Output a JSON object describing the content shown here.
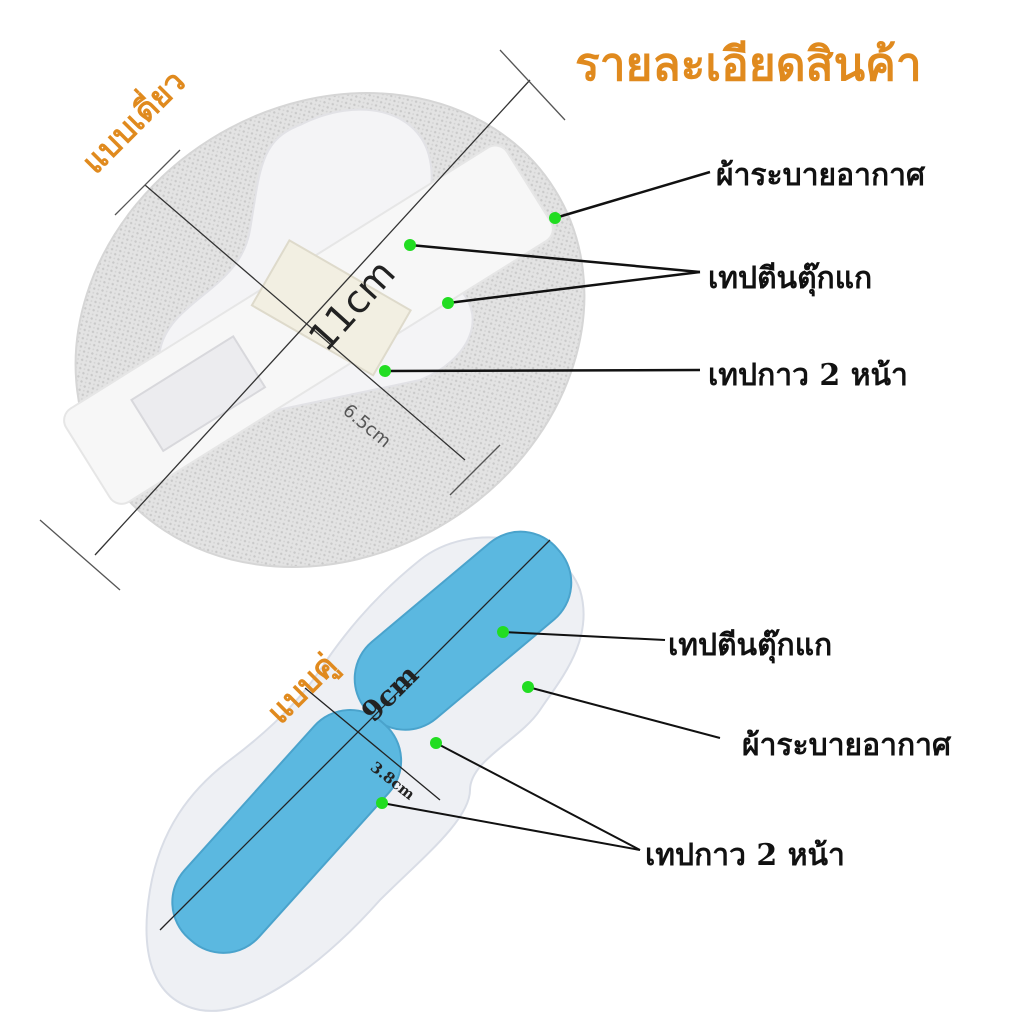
{
  "title": "รายละเอียดสินค้า",
  "single": {
    "variant_label": "แบบเดี่ยว",
    "length_label": "11cm",
    "width_label": "6.5cm",
    "callouts": {
      "fabric": "ผ้าระบายอากาศ",
      "velcro": "เทปตีนตุ๊กแก",
      "adhesive": "เทปกาว 2 หน้า"
    }
  },
  "double": {
    "variant_label": "แบบคู่",
    "length_label": "9cm",
    "width_label": "3.8cm",
    "callouts": {
      "velcro": "เทปตีนตุ๊กแก",
      "fabric": "ผ้าระบายอากาศ",
      "adhesive": "เทปกาว 2 หน้า"
    }
  },
  "colors": {
    "title": "#e08a1e",
    "marker": "#22dd22",
    "blue_tape": "#5bb8e0",
    "fabric": "#dcdcdc"
  }
}
